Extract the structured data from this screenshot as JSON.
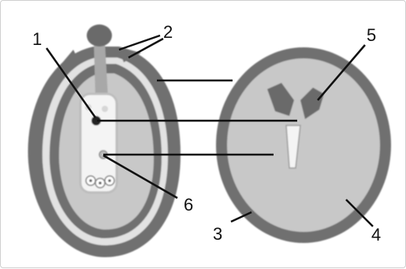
{
  "labels": {
    "l1": "1",
    "l2": "2",
    "l3": "3",
    "l4": "4",
    "l5": "5",
    "l6": "6"
  },
  "colors": {
    "coat": "#6f6f6f",
    "endosperm": "#c8c8c8",
    "embryo": "#f4f4f4",
    "stalk": "#9a9a9a",
    "nucleus": "#222222",
    "line": "#111111"
  }
}
